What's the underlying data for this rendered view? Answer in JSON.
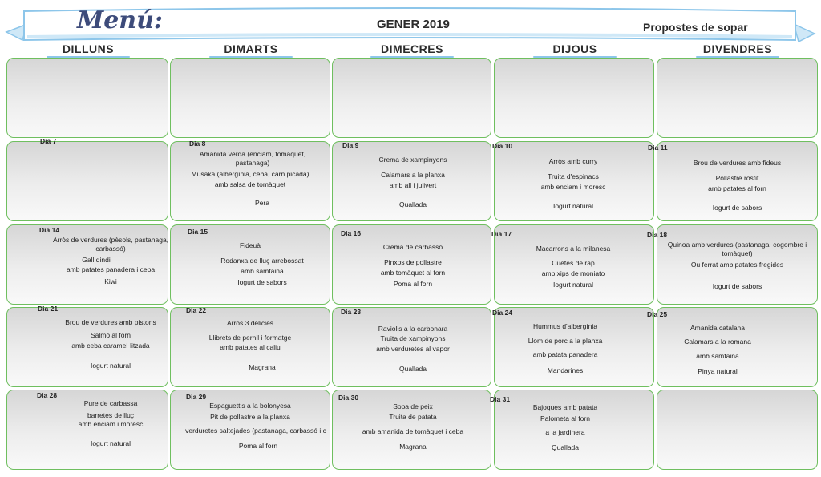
{
  "header": {
    "title": "Menú:",
    "month": "GENER 2019",
    "subtitle": "Propostes de sopar",
    "weekdays": [
      "DILLUNS",
      "DIMARTS",
      "DIMECRES",
      "DIJOUS",
      "DIVENDRES"
    ]
  },
  "colors": {
    "border": "#6fbf5f",
    "ribbon": "#8dc6ea",
    "title": "#3d4b7a"
  },
  "days": {
    "d7": {
      "label": "Dia 7",
      "items": []
    },
    "d8": {
      "label": "Dia 8",
      "items": [
        "Amanida verda (enciam, tomàquet, pastanaga)",
        "Musaka (albergínia, ceba, carn picada)",
        "amb salsa de tomàquet",
        "Pera"
      ]
    },
    "d9": {
      "label": "Dia 9",
      "items": [
        "Crema de xampinyons",
        "Calamars a la planxa",
        "amb all i julivert",
        "Quallada"
      ]
    },
    "d10": {
      "label": "Dia 10",
      "items": [
        "Arròs amb curry",
        "Truita d'espinacs",
        "amb enciam i moresc",
        "Iogurt natural"
      ]
    },
    "d11": {
      "label": "Dia 11",
      "items": [
        "Brou de verdures amb fideus",
        "Pollastre rostit",
        "amb patates al forn",
        "Iogurt de sabors"
      ]
    },
    "d14": {
      "label": "Dia 14",
      "items": [
        "Arròs de verdures (pèsols, pastanaga, carbassó)",
        "Gall dindi",
        "amb patates panadera i ceba",
        "Kiwi"
      ]
    },
    "d15": {
      "label": "Dia 15",
      "items": [
        "Fideuà",
        "Rodanxa de lluç arrebossat",
        "amb samfaina",
        "Iogurt de sabors"
      ]
    },
    "d16": {
      "label": "Dia 16",
      "items": [
        "Crema de carbassó",
        "Pinxos de pollastre",
        "amb tomàquet al forn",
        "Poma al forn"
      ]
    },
    "d17": {
      "label": "Dia 17",
      "items": [
        "Macarrons a la milanesa",
        "Cuetes de rap",
        "amb xips de moniato",
        "Iogurt natural"
      ]
    },
    "d18": {
      "label": "Dia 18",
      "items": [
        "Quinoa amb verdures (pastanaga, cogombre i tomàquet)",
        "Ou ferrat amb patates fregides",
        "Iogurt de sabors"
      ]
    },
    "d21": {
      "label": "Dia 21",
      "items": [
        "Brou de verdures amb pistons",
        "Salmó al forn",
        "amb ceba caramel·litzada",
        "Iogurt natural"
      ]
    },
    "d22": {
      "label": "Dia 22",
      "items": [
        "Arros 3 delicies",
        "Llibrets de pernil i formatge",
        "amb patates al caliu",
        "Magrana"
      ]
    },
    "d23": {
      "label": "Dia 23",
      "items": [
        "Raviolis a la carbonara",
        "Truita de xampinyons",
        "amb verduretes al vapor",
        "Quallada"
      ]
    },
    "d24": {
      "label": "Dia 24",
      "items": [
        "Hummus d'albergínia",
        "Llom de porc a la planxa",
        "amb patata panadera",
        "Mandarines"
      ]
    },
    "d25": {
      "label": "Dia 25",
      "items": [
        "Amanida catalana",
        "Calamars a la romana",
        "amb samfaina",
        "Pinya natural"
      ]
    },
    "d28": {
      "label": "Dia 28",
      "items": [
        "Pure de carbassa",
        "barretes de lluç",
        "amb enciam i moresc",
        "Iogurt natural"
      ]
    },
    "d29": {
      "label": "Dia 29",
      "items": [
        "Espaguettis a la bolonyesa",
        "Pit de pollastre a la planxa",
        "verduretes saltejades (pastanaga, carbassó i c",
        "Poma al forn"
      ]
    },
    "d30": {
      "label": "Dia 30",
      "items": [
        "Sopa de peix",
        "Truita de patata",
        "amb amanida de tomàquet i ceba",
        "Magrana"
      ]
    },
    "d31": {
      "label": "Dia 31",
      "items": [
        "Bajoques amb patata",
        "Palometa al forn",
        "a la jardinera",
        "Quallada"
      ]
    }
  }
}
